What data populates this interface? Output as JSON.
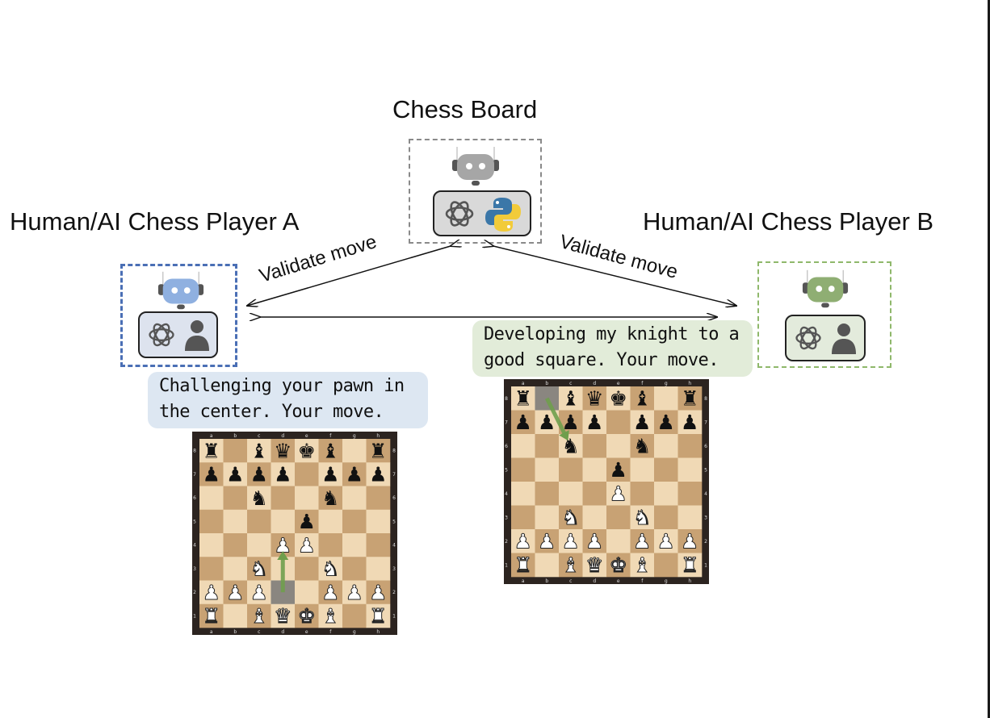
{
  "titles": {
    "board": "Chess Board",
    "player_a": "Human/AI Chess Player A",
    "player_b": "Human/AI Chess Player B"
  },
  "edges": {
    "validate_a": "Validate move",
    "validate_b": "Validate move"
  },
  "messages": {
    "player_a": "Challenging your pawn in the center. Your move.",
    "player_b": "Developing my knight to a good square. Your move."
  },
  "colors": {
    "player_a_accent": "#4a6fb5",
    "player_b_accent": "#8fb86b",
    "board_accent": "#8a8a8a",
    "robot_a": "#8fb0e0",
    "robot_b": "#8fae73",
    "robot_board": "#a6a6a6",
    "panel_a": "#dde3ee",
    "panel_b": "#e3ebdc",
    "panel_board": "#d9d9d9",
    "light_square": "#f0d9b5",
    "dark_square": "#c8a274",
    "move_arrow": "#6f9e4c"
  },
  "icons": {
    "board_agent": [
      "robot-icon",
      "openai-icon",
      "python-icon"
    ],
    "player_a": [
      "robot-icon",
      "openai-icon",
      "person-icon"
    ],
    "player_b": [
      "robot-icon",
      "openai-icon",
      "person-icon"
    ]
  },
  "boards": {
    "files": [
      "a",
      "b",
      "c",
      "d",
      "e",
      "f",
      "g",
      "h"
    ],
    "ranks": [
      "8",
      "7",
      "6",
      "5",
      "4",
      "3",
      "2",
      "1"
    ],
    "position_a": [
      "r",
      "",
      "b",
      "q",
      "k",
      "b",
      "",
      "r",
      "p",
      "p",
      "p",
      "p",
      "",
      "p",
      "p",
      "p",
      "",
      "",
      "n",
      "",
      "",
      "n",
      "",
      "",
      "",
      "",
      "",
      "",
      "p",
      "",
      "",
      "",
      "",
      "",
      "",
      "P",
      "P",
      "",
      "",
      "",
      "",
      "",
      "N",
      "",
      "",
      "N",
      "",
      "",
      "P",
      "P",
      "P",
      "",
      "",
      "P",
      "P",
      "P",
      "R",
      "",
      "B",
      "Q",
      "K",
      "B",
      "",
      "R"
    ],
    "move_a": {
      "from": "d2",
      "to": "d4"
    },
    "position_b": [
      "r",
      "",
      "b",
      "q",
      "k",
      "b",
      "",
      "r",
      "p",
      "p",
      "p",
      "p",
      "",
      "p",
      "p",
      "p",
      "",
      "",
      "n",
      "",
      "",
      "n",
      "",
      "",
      "",
      "",
      "",
      "",
      "p",
      "",
      "",
      "",
      "",
      "",
      "",
      "",
      "P",
      "",
      "",
      "",
      "",
      "",
      "N",
      "",
      "",
      "N",
      "",
      "",
      "P",
      "P",
      "P",
      "P",
      "",
      "P",
      "P",
      "P",
      "R",
      "",
      "B",
      "Q",
      "K",
      "B",
      "",
      "R"
    ],
    "move_b": {
      "from": "b8",
      "to": "c6"
    }
  }
}
